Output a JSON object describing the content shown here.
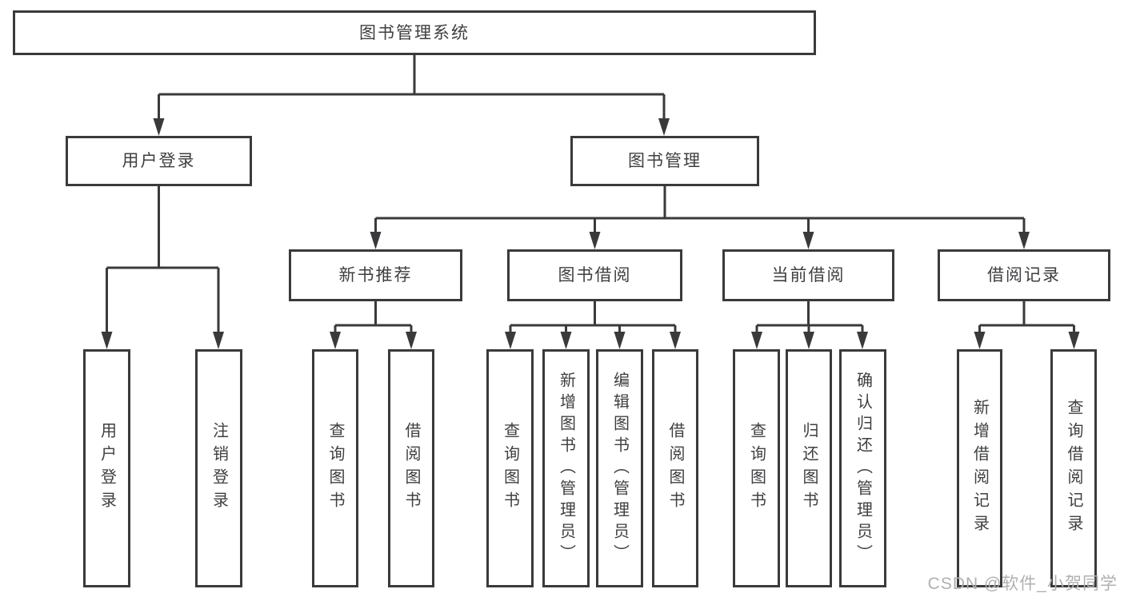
{
  "diagram": {
    "type": "tree",
    "root": {
      "label": "图书管理系统"
    },
    "level2": [
      {
        "label": "用户登录",
        "children": [
          "用户登录",
          "注销登录"
        ]
      },
      {
        "label": "图书管理",
        "children": [
          "新书推荐",
          "图书借阅",
          "当前借阅",
          "借阅记录"
        ]
      }
    ],
    "level3": [
      {
        "label": "新书推荐",
        "children": [
          "查询图书",
          "借阅图书"
        ]
      },
      {
        "label": "图书借阅",
        "children": [
          "查询图书",
          "新增图书（管理员）",
          "编辑图书（管理员）",
          "借阅图书"
        ]
      },
      {
        "label": "当前借阅",
        "children": [
          "查询图书",
          "归还图书",
          "确认归还（管理员）"
        ]
      },
      {
        "label": "借阅记录",
        "children": [
          "新增借阅记录",
          "查询借阅记录"
        ]
      }
    ],
    "leaves": [
      "用户登录",
      "注销登录",
      "查询图书",
      "借阅图书",
      "查询图书",
      "新增图书（管理员）",
      "编辑图书（管理员）",
      "借阅图书",
      "查询图书",
      "归还图书",
      "确认归还（管理员）",
      "新增借阅记录",
      "查询借阅记录"
    ]
  },
  "watermark": "CSDN @软件_小贺同学",
  "colors": {
    "line": "#3a3a3c",
    "text": "#3e3f41",
    "background": "#ffffff",
    "watermark": "#b0b0b0"
  }
}
